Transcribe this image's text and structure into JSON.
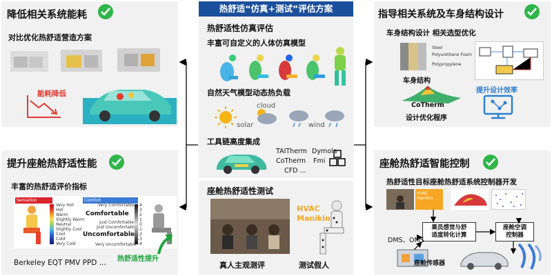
{
  "center": {
    "header": "热舒适“仿真+测试”评估方案",
    "sim_title": "热舒适性仿真评估",
    "human_model_label": "丰富可自定义的人体仿真模型",
    "weather_label": "自然天气模型动态热负载",
    "weather_words": {
      "cloud": "cloud",
      "solar": "solar",
      "wind": "wind"
    },
    "toolchain_label": "工具链高度集成",
    "tools": [
      "TAITherm",
      "Dymola",
      "CoTherm",
      "Fmi",
      "CFD ..."
    ],
    "test_title": "座舱热舒适性测试",
    "hvac_label": "HVAC\nManikin",
    "real_person_label": "真人主观测评",
    "dummy_label": "测试假人"
  },
  "top_left": {
    "title": "降低相关系统能耗",
    "subtitle": "对比优化热舒适营造方案",
    "energy_label": "能耗降低"
  },
  "bottom_left": {
    "title": "提升座舱热舒适性能",
    "subtitle": "丰富的热舒适评价指标",
    "sensation_header": "Sensation",
    "sensation_scale": [
      "Very Hot",
      "Hot",
      "Warm",
      "Slightly Warm",
      "Neutral",
      "Slightly Cool",
      "Cool",
      "Cold",
      "Very Cold"
    ],
    "comfort_header": "Comfort",
    "very_comfortable": "Very Comfortable",
    "comfortable": "Comfortable",
    "just_comfortable": "Just Comfortable",
    "just_uncomfortable": "Just Uncomfortable",
    "uncomfortable": "Uncomfortable",
    "very_uncomfortable": "Very Uncomfortable",
    "scale_numbers": [
      "4",
      "3",
      "2",
      "1",
      "0",
      "-1",
      "-2",
      "-3",
      "-4"
    ],
    "metrics": "Berkeley EQT PMV PPD ...",
    "improve_label": "热舒适性提升"
  },
  "top_right": {
    "title": "指导相关系统及车身结构设计",
    "subtitle": "车身结构设计 相关选型优化",
    "layers": [
      "Steel",
      "Polyurethane Foam",
      "Polypropylene"
    ],
    "body_label": "车身结构",
    "cotherm_label": "CoTherm",
    "efficiency_label": "提升设计效率",
    "program_label": "设计优化程序"
  },
  "bottom_right": {
    "title": "座舱热舒适智能控制",
    "subtitle": "热舒适性目标座舱热舒适系统控制器开发",
    "manikin_small": "HVAC Manikin",
    "block1": "乘员感觉与舒\n适度转化计算",
    "block2": "座舱空调\n控制器",
    "dms_label": "DMS、OMS",
    "sensor_label": "座舱传感器"
  },
  "colors": {
    "header_blue": "#1a4f9c",
    "check_green": "#2fb54a",
    "improve_green": "#1fa33c",
    "energy_red": "#e03a2f",
    "efficiency_blue": "#2a7fd1",
    "hvac_orange": "#f5a623"
  }
}
